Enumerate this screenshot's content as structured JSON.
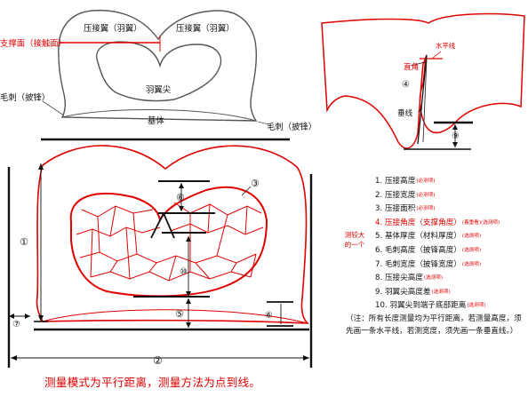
{
  "top_diagram": {
    "wing_left": "压接翼（羽翼）",
    "wing_right": "压接翼（羽翼）",
    "support_face": "支撑面（接触面）",
    "wing_tip": "羽翼尖",
    "base": "基体",
    "burr_left": "毛刺（披锋）",
    "burr_right": "毛刺（披锋）"
  },
  "right_diagram": {
    "horizontal_line": "水平线",
    "right_angle": "直角",
    "vertical_line": "垂线",
    "circle_4": "④",
    "circle_9": "⑨"
  },
  "main_diagram": {
    "markers": [
      "①",
      "②",
      "③",
      "⑤",
      "⑥",
      "⑦",
      "⑧",
      "⑩"
    ]
  },
  "legend": {
    "items": [
      {
        "number": "1.",
        "text": "压接高度",
        "extra": "",
        "tag": "(必测项)"
      },
      {
        "number": "2.",
        "text": "压接宽度",
        "extra": "",
        "tag": "(必测项)"
      },
      {
        "number": "3.",
        "text": "压接面积",
        "extra": "",
        "tag": "(必测项)"
      },
      {
        "number": "4.",
        "text": "压接角度",
        "extra": "（支撑角度）",
        "tag": "(着重看)(选测项)"
      },
      {
        "number": "5.",
        "text": "基体厚度",
        "extra": "（材料厚度）",
        "tag": "(选测项)"
      },
      {
        "number": "6.",
        "text": "毛刺高度",
        "extra": "（披锋高度）",
        "tag": "(选测项)"
      },
      {
        "number": "7.",
        "text": "毛刺宽度",
        "extra": "（披锋宽度）",
        "tag": "(选测项)"
      },
      {
        "number": "8.",
        "text": "压接尖高度",
        "extra": "",
        "tag": "(选测项)"
      },
      {
        "number": "9.",
        "text": "羽翼尖高度差",
        "extra": "",
        "tag": "(选测项)"
      },
      {
        "number": "10.",
        "text": "羽翼尖到端子底部距离",
        "extra": "",
        "tag": "(选测项)"
      }
    ],
    "side_note": "测较大的一个"
  },
  "note": "（注：所有长度测量均为平行距离，若测量高度，须先画一条水平线，若测宽度，须先画一条垂直线。）",
  "footer": "测量模式为平行距离，测量方法为点到线。"
}
